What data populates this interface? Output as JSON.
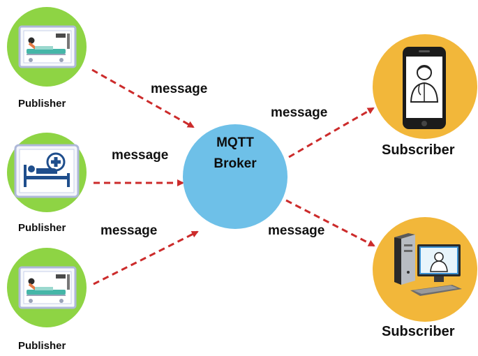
{
  "broker": {
    "line1": "MQTT",
    "line2": "Broker"
  },
  "publishers": [
    {
      "label": "Publisher",
      "icon": "hospital-bed-monitor-icon"
    },
    {
      "label": "Publisher",
      "icon": "patient-bed-icon"
    },
    {
      "label": "Publisher",
      "icon": "hospital-bed-monitor-icon"
    }
  ],
  "subscribers": [
    {
      "label": "Subscriber",
      "icon": "smartphone-doctor-icon"
    },
    {
      "label": "Subscriber",
      "icon": "desktop-computer-doctor-icon"
    }
  ],
  "messages": {
    "pub1_to_broker": "message",
    "pub2_to_broker": "message",
    "pub3_to_broker": "message",
    "broker_to_sub1": "message",
    "broker_to_sub2": "message"
  },
  "colors": {
    "publisher_circle": "#8ed444",
    "subscriber_circle": "#f2b73a",
    "broker_circle": "#6ec0e8",
    "arrow": "#cc2b2b"
  }
}
